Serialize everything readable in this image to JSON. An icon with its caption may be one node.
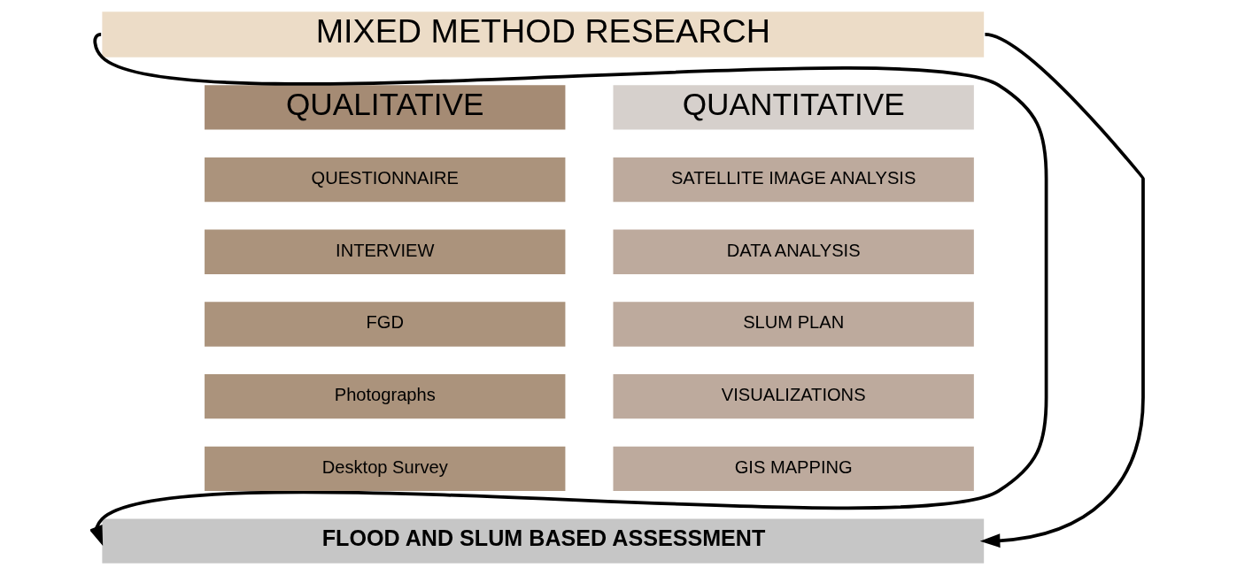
{
  "diagram": {
    "nodes": [
      {
        "text": [
          "MIXED METHOD RESEARCH"
        ]
      },
      {
        "text": [
          "QUALITATIVE"
        ]
      },
      {
        "text": [
          "QUANTITATIVE"
        ]
      },
      {
        "text": [
          "QUESTIONNAIRE"
        ]
      },
      {
        "text": [
          "INTERVIEW"
        ]
      },
      {
        "text": [
          "FGD"
        ]
      },
      {
        "text": [
          "Photographs"
        ]
      },
      {
        "text": [
          "Desktop Survey"
        ]
      },
      {
        "text": [
          "SATELLITE IMAGE ANALYSIS"
        ]
      },
      {
        "text": [
          "DATA ANALYSIS"
        ]
      },
      {
        "text": [
          "SLUM PLAN"
        ]
      },
      {
        "text": [
          "VISUALIZATIONS"
        ]
      },
      {
        "text": [
          "GIS MAPPING"
        ]
      },
      {
        "text": [
          "FLOOD AND SLUM BASED ASSESSMENT"
        ]
      }
    ],
    "edges": [
      {
        "from": 0,
        "to": 13,
        "arrow": "to"
      },
      {
        "from": 0,
        "to": 13,
        "arrow": "to"
      }
    ]
  }
}
